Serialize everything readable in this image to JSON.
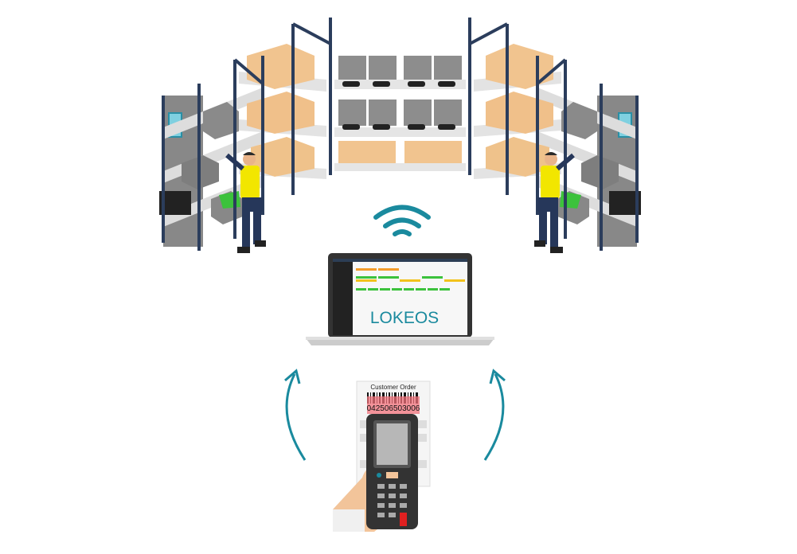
{
  "laptop": {
    "brand_text": "LOKEOS"
  },
  "order_sheet": {
    "title": "Customer Order",
    "barcode_number": "042506503006"
  },
  "colors": {
    "accent": "#1a8a9e",
    "rack": "#2b3d5c",
    "box_cardboard": "#f1c48f",
    "box_grey": "#8a8a8a",
    "vest": "#f2e600",
    "scan_red": "#f0707a"
  },
  "icons": [
    "wifi-icon",
    "refresh-arrow-left-icon",
    "refresh-arrow-right-icon"
  ]
}
